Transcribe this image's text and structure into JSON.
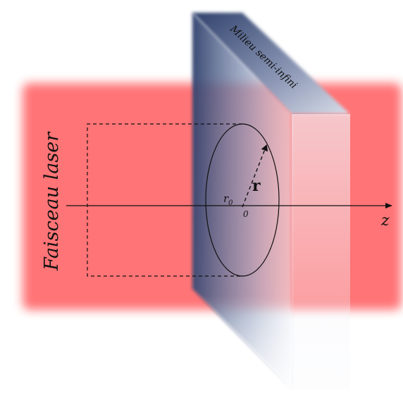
{
  "figure": {
    "beam_label": "Faisceau laser",
    "medium_label": "Milieu semi-infini",
    "axis_label": "z",
    "origin_label": "0",
    "radius_label": "r",
    "r0_label": "r",
    "r0_subscript": "0"
  },
  "colors": {
    "beam": "#ff6f72",
    "medium_dark": "#2d3f6b",
    "medium_light": "#eef1f7",
    "line": "#111111"
  }
}
